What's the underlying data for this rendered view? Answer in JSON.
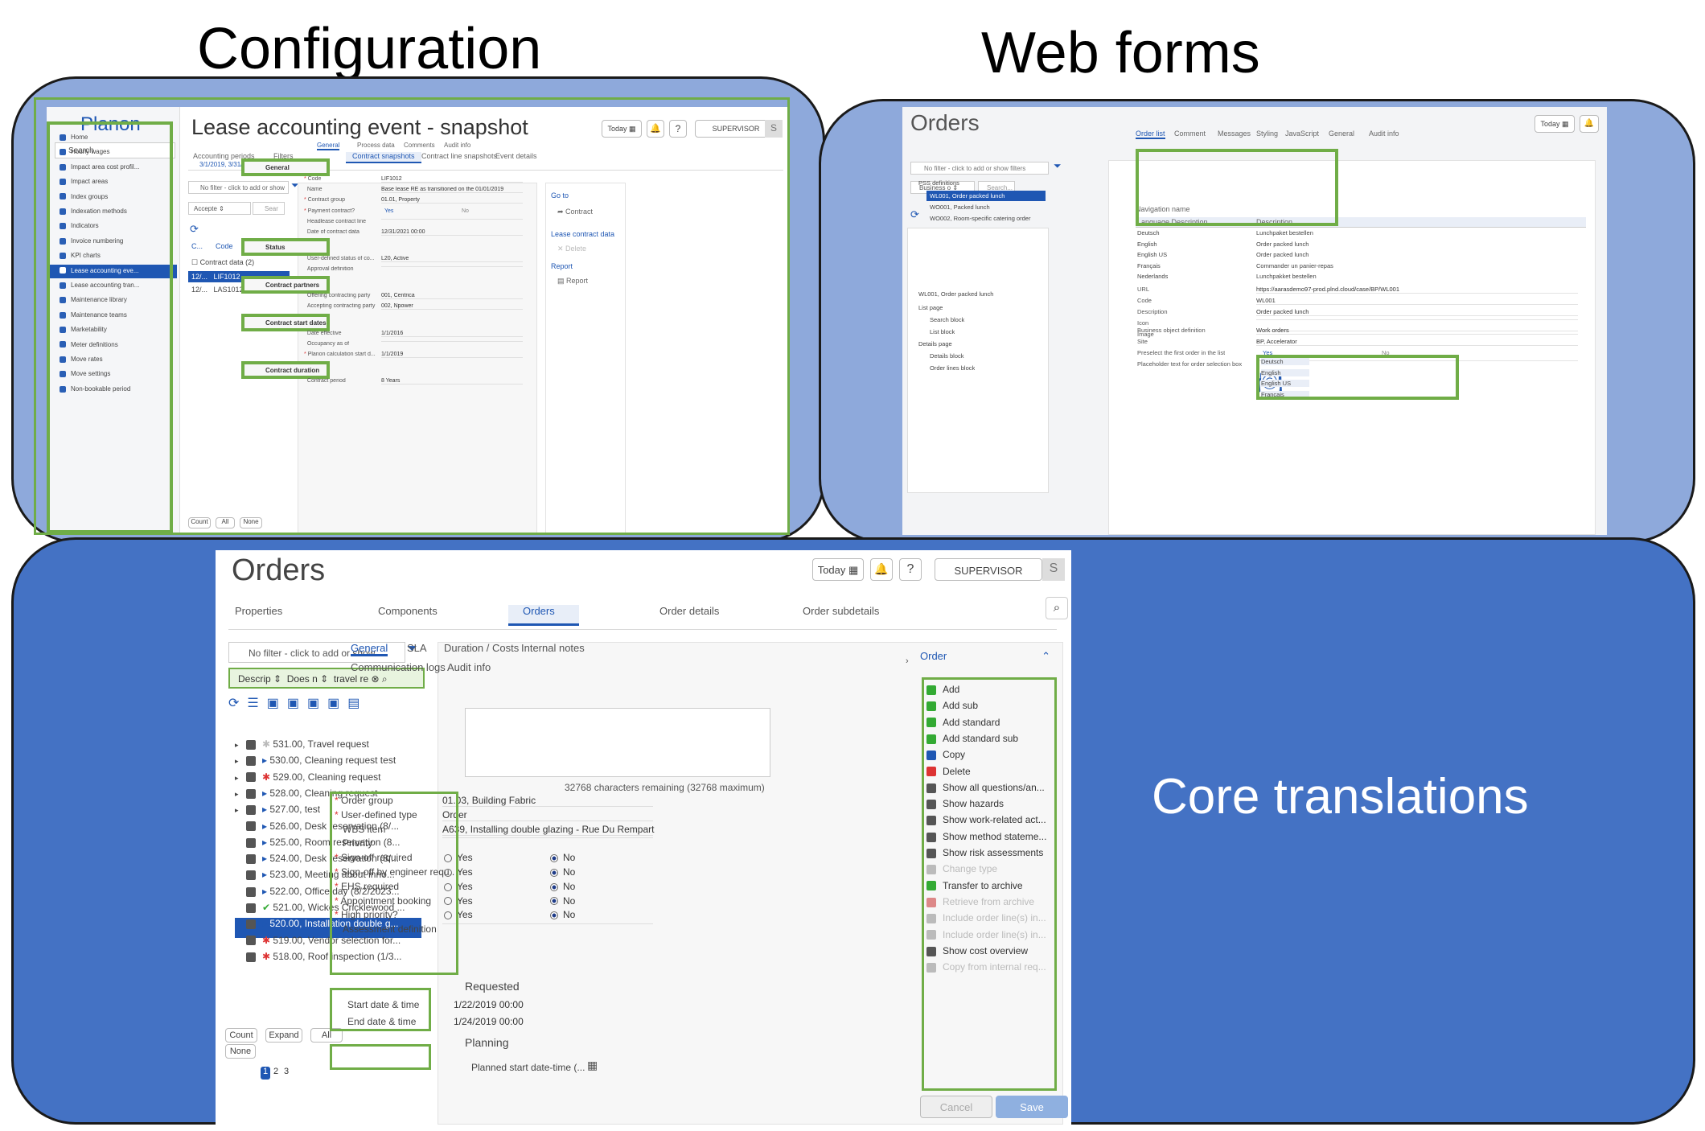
{
  "headings": {
    "config": "Configuration",
    "webforms": "Web forms",
    "core": "Core translations"
  },
  "config": {
    "logo": "Planon",
    "search": "Search",
    "title": "Lease accounting event - snapshot",
    "today": "Today",
    "user": "SUPERVISOR",
    "user_initial": "S",
    "nav": [
      "Home",
      "Hourly wages",
      "Impact area cost profil...",
      "Impact areas",
      "Index groups",
      "Indexation methods",
      "Indicators",
      "Invoice numbering",
      "KPI charts",
      "Lease accounting eve...",
      "Lease accounting tran...",
      "Maintenance library",
      "Maintenance teams",
      "Marketability",
      "Meter definitions",
      "Move rates",
      "Move settings",
      "Non-bookable period"
    ],
    "tabs": [
      "Accounting periods",
      "Filters",
      "Contract snapshots",
      "Contract line snapshots",
      "Event details"
    ],
    "tab_sub": "3/1/2019, 3/31/2019",
    "filter_placeholder": "No filter - click to add or show",
    "filter_field": "Accepte",
    "filter_search": "Sear",
    "list_header": [
      "C...",
      "Code"
    ],
    "list_group": "Contract data (2)",
    "list_rows": [
      [
        "12/...",
        "LIF1012"
      ],
      [
        "12/...",
        "LAS1012"
      ]
    ],
    "list_buttons": [
      "Count",
      "All",
      "None"
    ],
    "detail_tabs": [
      "General",
      "Process data",
      "Comments",
      "Audit info"
    ],
    "sections": [
      "General",
      "Status",
      "Contract partners",
      "Contract start dates",
      "Contract duration"
    ],
    "fields": [
      {
        "label": "Code",
        "value": "LIF1012",
        "req": true
      },
      {
        "label": "Name",
        "value": "Base lease RE as transitioned on the 01/01/2019",
        "req": false
      },
      {
        "label": "Contract group",
        "value": "01.01, Property",
        "req": true
      },
      {
        "label": "Payment contract?",
        "value": "Yes",
        "value2": "No",
        "req": true
      },
      {
        "label": "Headlease contract line",
        "value": "",
        "req": false
      },
      {
        "label": "Date of contract data",
        "value": "12/31/2021 00:00",
        "req": false
      },
      {
        "label": "User-defined status of co...",
        "value": "L20, Active",
        "req": false
      },
      {
        "label": "Approval definition",
        "value": "",
        "req": false
      },
      {
        "label": "Offering contracting party",
        "value": "001, Centrica",
        "req": false
      },
      {
        "label": "Accepting contracting party",
        "value": "002, Npower",
        "req": false
      },
      {
        "label": "Date effective",
        "value": "1/1/2016",
        "req": false
      },
      {
        "label": "Occupancy as of",
        "value": "",
        "req": false
      },
      {
        "label": "Planon calculation start d...",
        "value": "1/1/2019",
        "req": true
      },
      {
        "label": "Contract period",
        "value": "8 Years",
        "req": false
      }
    ],
    "side": {
      "goto": "Go to",
      "contract": "Contract",
      "lease": "Lease contract data",
      "delete": "Delete",
      "report_h": "Report",
      "report": "Report"
    }
  },
  "webforms": {
    "title": "Orders",
    "today": "Today",
    "filter_placeholder": "No filter - click to add or show filters",
    "field": "Business o",
    "search": "Search...",
    "tree": [
      "PSS definitions",
      "WL001, Order packed lunch",
      "WO001, Packed lunch",
      "WO002, Room-specific catering order"
    ],
    "tree2": [
      "WL001, Order packed lunch",
      "List page",
      "Search block",
      "List block",
      "Details page",
      "Details block",
      "Order lines block"
    ],
    "tabs": [
      "Order list",
      "Comment",
      "Messages",
      "Styling",
      "JavaScript",
      "General",
      "Audit info"
    ],
    "nav_name": "Navigation name",
    "trans_headers": [
      "Language.Description",
      "Description"
    ],
    "translations": [
      [
        "Deutsch",
        "Lunchpaket bestellen"
      ],
      [
        "English",
        "Order packed lunch"
      ],
      [
        "English US",
        "Order packed lunch"
      ],
      [
        "Français",
        "Commander un panier-repas"
      ],
      [
        "Nederlands",
        "Lunchpakket bestellen"
      ]
    ],
    "props": [
      [
        "URL",
        "https://aarasdemo97-prod.plnd.cloud/case/BP/WL001"
      ],
      [
        "Code",
        "WL001"
      ],
      [
        "Description",
        "Order packed lunch"
      ],
      [
        "Icon",
        ""
      ],
      [
        "Image",
        ""
      ]
    ],
    "props2": [
      [
        "Business object definition",
        "Work orders"
      ],
      [
        "Site",
        "BP, Accelerator"
      ],
      [
        "Preselect the first order in the list",
        "Yes",
        "No"
      ],
      [
        "Placeholder text for order selection box",
        ""
      ]
    ],
    "langs": [
      "Deutsch",
      "English",
      "English US",
      "Français"
    ]
  },
  "core": {
    "title": "Orders",
    "today": "Today",
    "user": "SUPERVISOR",
    "user_initial": "S",
    "tabs": [
      "Properties",
      "Components",
      "Orders",
      "Order details",
      "Order subdetails"
    ],
    "filter_placeholder": "No filter - click to add or show",
    "filter_chips": [
      "Descrip",
      "Does n",
      "travel re"
    ],
    "list": [
      [
        "531.00, Travel request",
        "gray"
      ],
      [
        "530.00, Cleaning request test",
        ""
      ],
      [
        "529.00, Cleaning request",
        "red"
      ],
      [
        "528.00, Cleaning request",
        ""
      ],
      [
        "527.00, test",
        ""
      ],
      [
        "526.00, Desk reservation (8/...",
        ""
      ],
      [
        "525.00, Room reservation (8...",
        ""
      ],
      [
        "524.00, Desk reservation (8/...",
        ""
      ],
      [
        "523.00, Meeting about inno...",
        ""
      ],
      [
        "522.00, Office day (8/2/2023...",
        ""
      ],
      [
        "521.00, Wickes Cricklewood ...",
        "green"
      ],
      [
        "520.00, Installation double g...",
        "sel"
      ],
      [
        "519.00, Vendor selection for...",
        "red"
      ],
      [
        "518.00, Roof inspection (1/3...",
        "red"
      ]
    ],
    "list_buttons": [
      "Count",
      "Expand",
      "All",
      "None"
    ],
    "pages": [
      "1",
      "2",
      "3"
    ],
    "detail_tabs": [
      "General",
      "SLA",
      "Duration / Costs",
      "Internal notes",
      "Communication logs",
      "Audit info"
    ],
    "chars_remaining": "32768 characters remaining (32768 maximum)",
    "fields": [
      {
        "label": "Order group",
        "value": "01.03, Building Fabric",
        "req": true
      },
      {
        "label": "User-defined type",
        "value": "Order",
        "req": true
      },
      {
        "label": "WBS item",
        "value": "A639, Installing double glazing - Rue Du Rempart",
        "req": false
      },
      {
        "label": "Priority",
        "value": "",
        "req": false
      },
      {
        "label": "Sign-off required",
        "value": "Yes",
        "value2": "No",
        "req": true
      },
      {
        "label": "Sign-off by engineer requ...",
        "value": "Yes",
        "value2": "No",
        "req": true
      },
      {
        "label": "EHS required",
        "value": "Yes",
        "value2": "No",
        "req": true
      },
      {
        "label": "Appointment booking",
        "value": "Yes",
        "value2": "No",
        "req": true
      },
      {
        "label": "High priority?",
        "value": "Yes",
        "value2": "No",
        "req": true
      },
      {
        "label": "Assessment definition",
        "value": "",
        "req": false
      }
    ],
    "requested": "Requested",
    "dates": [
      [
        "Start date & time",
        "1/22/2019 00:00"
      ],
      [
        "End date & time",
        "1/24/2019 00:00"
      ]
    ],
    "planning": "Planning",
    "planned": "Planned start date-time (...",
    "action_header": "Order",
    "actions": [
      "Add",
      "Add sub",
      "Add standard",
      "Add standard sub",
      "Copy",
      "Delete",
      "Show all questions/an...",
      "Show hazards",
      "Show work-related act...",
      "Show method stateme...",
      "Show risk assessments",
      "Change type",
      "Transfer to archive",
      "Retrieve from archive",
      "Include order line(s) in...",
      "Include order line(s) in...",
      "Show cost overview",
      "Copy from internal req..."
    ],
    "disabled_actions": [
      11,
      13,
      14,
      15,
      17
    ],
    "cancel": "Cancel",
    "save": "Save"
  },
  "colors": {
    "panel_light": "#8ea9db",
    "panel_dark": "#4472c4",
    "highlight": "#70ad47",
    "accent": "#1f57b3"
  }
}
